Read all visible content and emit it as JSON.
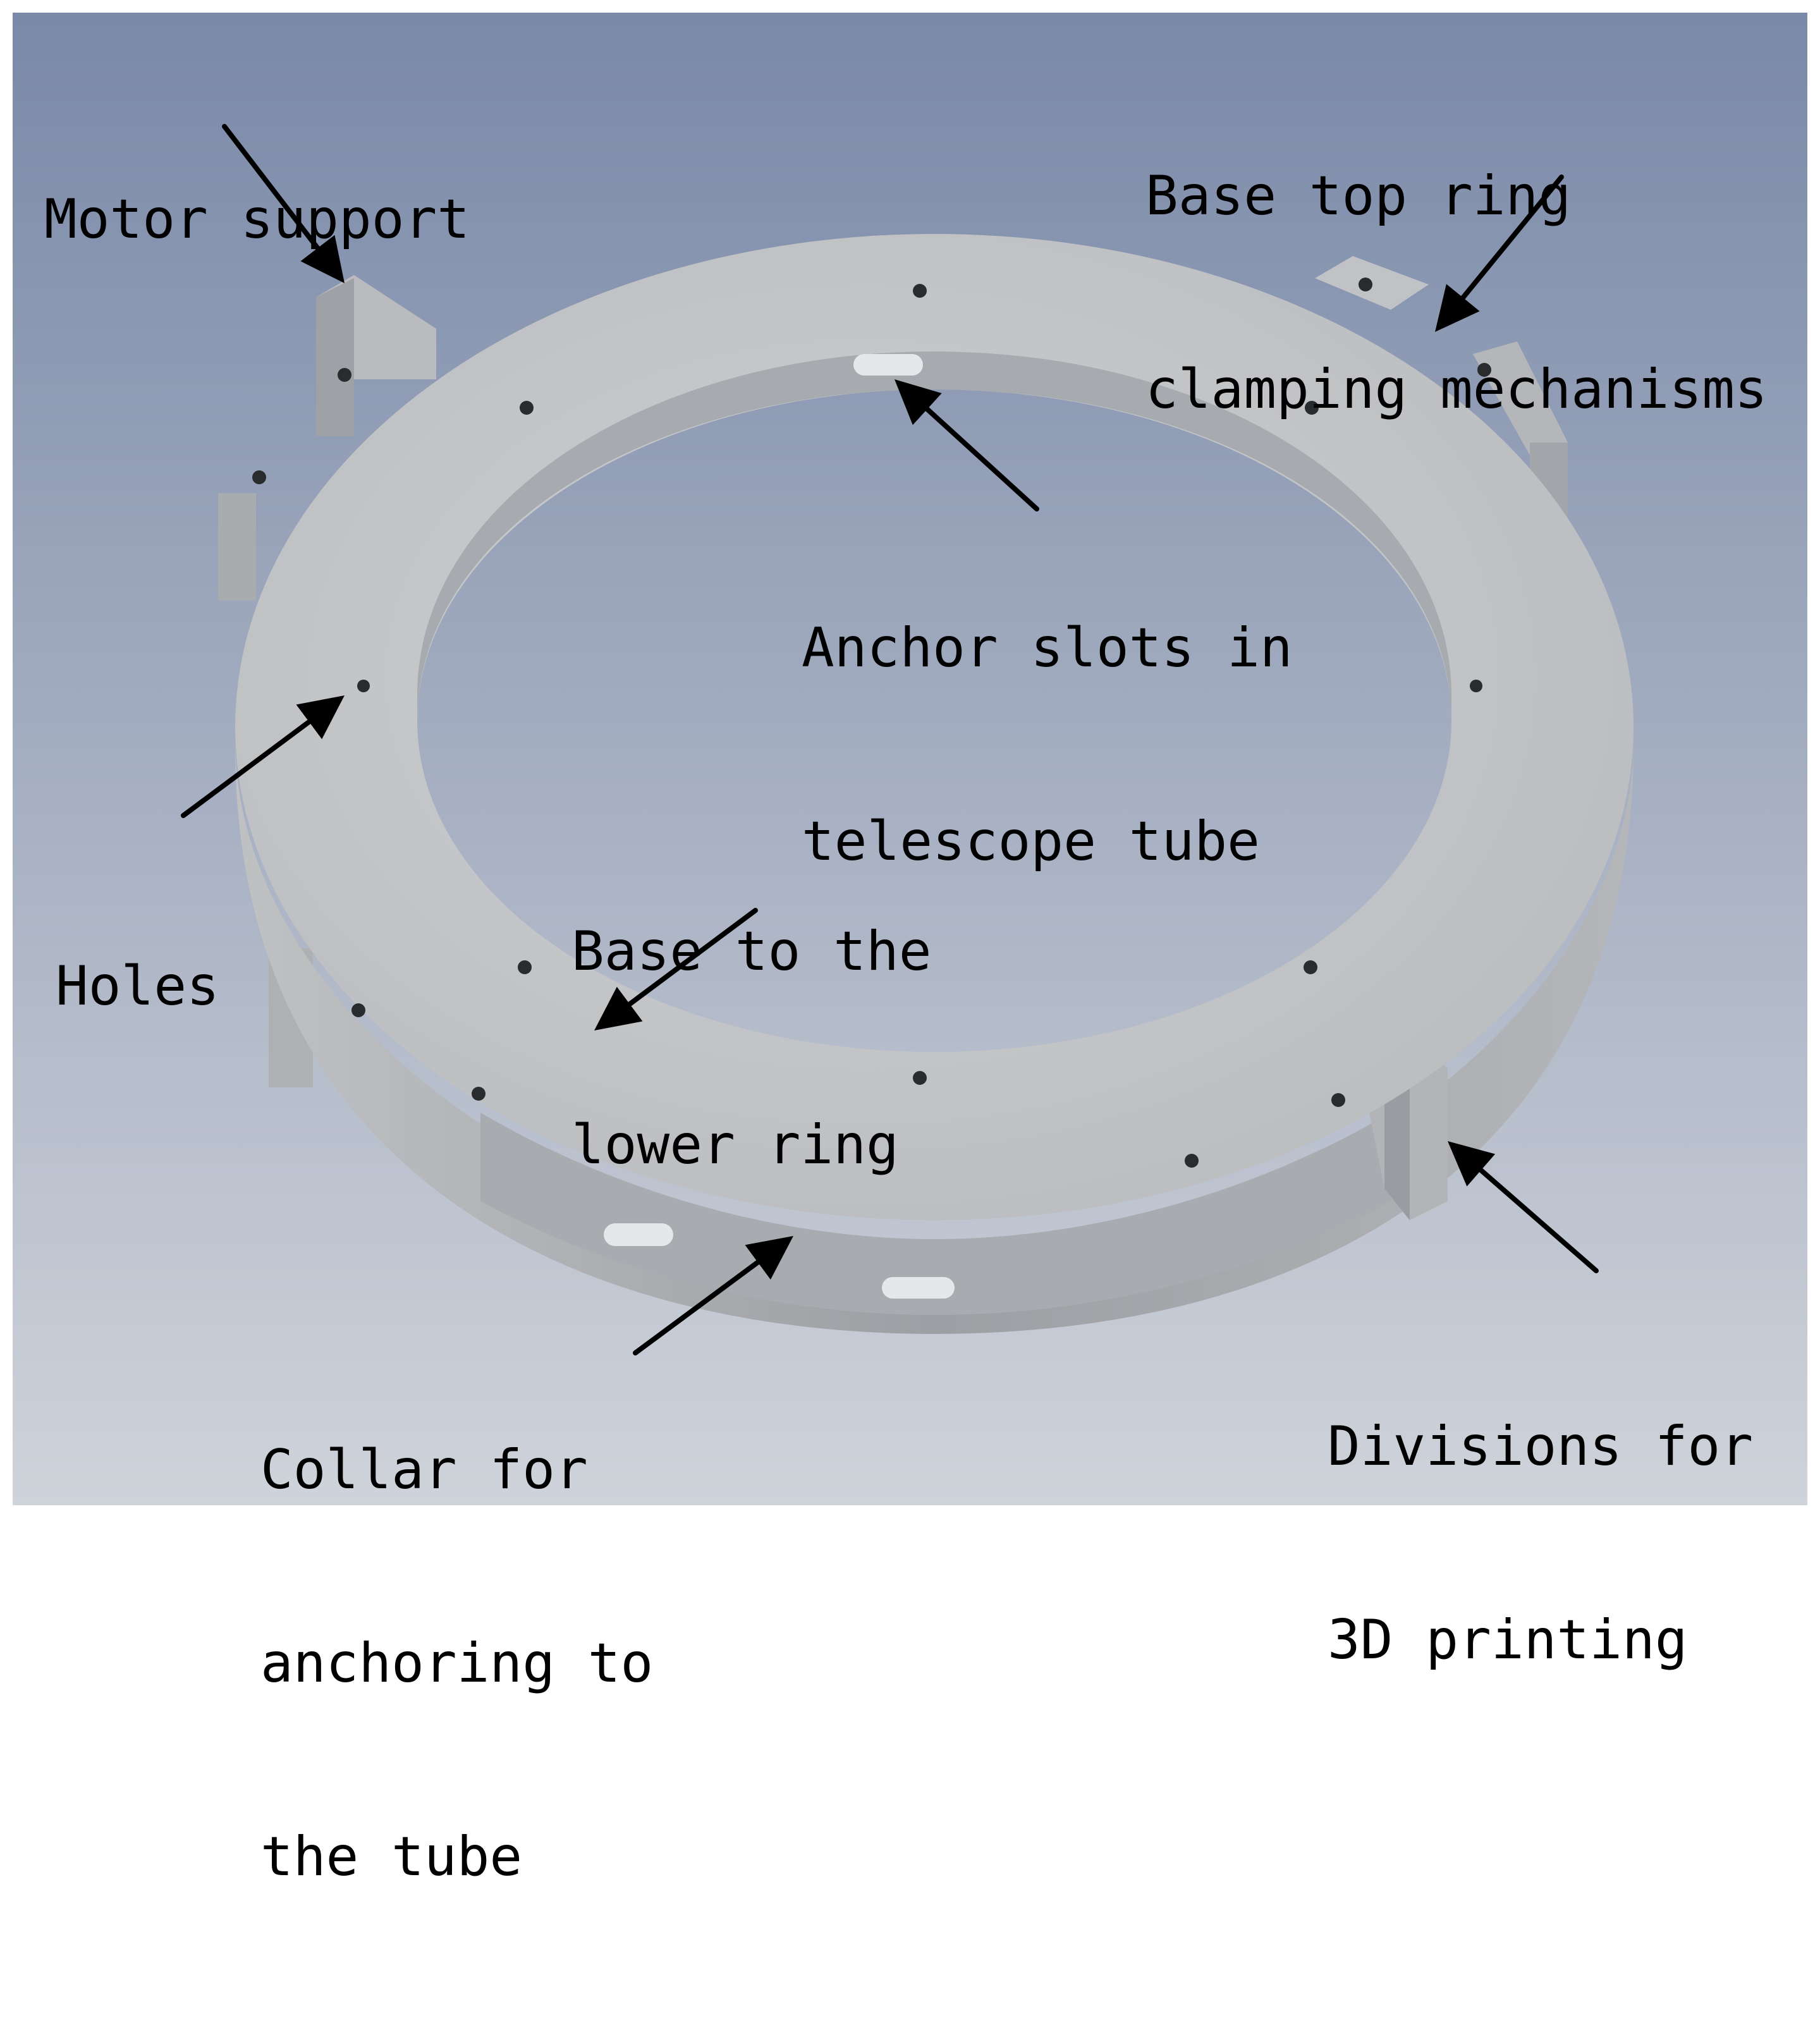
{
  "colors": {
    "background_top": "#7a89a8",
    "background_bottom": "#cfd3da",
    "part_face": "#c3c5c8",
    "part_side": "#a4a7ab",
    "label_text": "#000000",
    "arrow": "#000000"
  },
  "labels": {
    "motor_support": {
      "lines": [
        "Motor support"
      ]
    },
    "clamping": {
      "lines": [
        "Base top ring",
        "clamping mechanisms"
      ]
    },
    "anchor_slots": {
      "lines": [
        "Anchor slots in",
        "telescope tube"
      ]
    },
    "holes": {
      "lines": [
        "Holes"
      ]
    },
    "base_lower": {
      "lines": [
        "Base to the",
        "lower ring"
      ]
    },
    "collar": {
      "lines": [
        "Collar for",
        "anchoring to",
        "the tube"
      ]
    },
    "divisions": {
      "lines": [
        "Divisions for",
        "3D printing"
      ]
    }
  }
}
